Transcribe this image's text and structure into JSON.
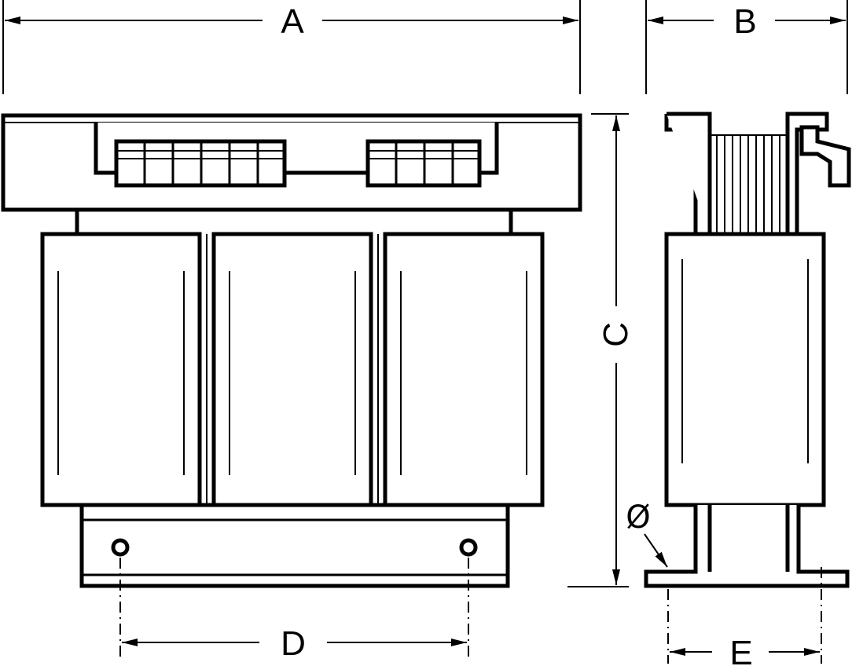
{
  "dimensions": {
    "A": "A",
    "B": "B",
    "C": "C",
    "D": "D",
    "E": "E",
    "diameter": "Ø"
  }
}
